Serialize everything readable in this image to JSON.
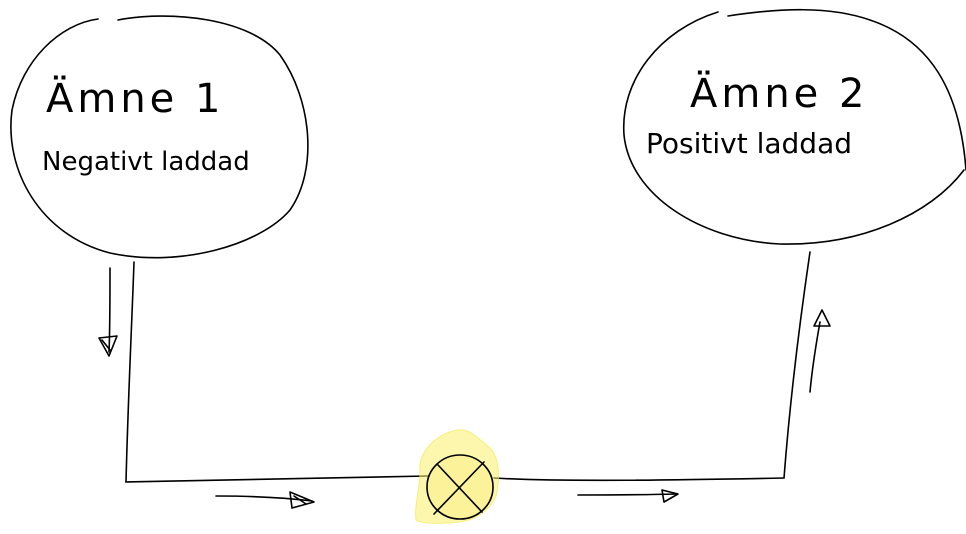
{
  "substance1": {
    "name": "Ämne 1",
    "charge": "Negativt laddad"
  },
  "substance2": {
    "name": "Ämne 2",
    "charge": "Positivt laddad"
  },
  "colors": {
    "ink": "#000000",
    "bulb_fill": "#fbf29a",
    "glow": "#f9f06a",
    "background": "#ffffff"
  },
  "icons": {
    "lamp": "lamp-icon",
    "arrows": [
      "arrow-down-icon",
      "arrow-right-icon",
      "arrow-right-icon",
      "arrow-up-icon"
    ]
  }
}
